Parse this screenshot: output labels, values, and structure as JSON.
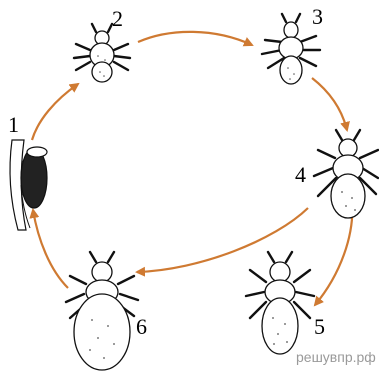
{
  "stages": [
    {
      "label": "1",
      "kind": "egg"
    },
    {
      "label": "2",
      "kind": "nymph-1"
    },
    {
      "label": "3",
      "kind": "nymph-2"
    },
    {
      "label": "4",
      "kind": "nymph-3"
    },
    {
      "label": "5",
      "kind": "adult-male"
    },
    {
      "label": "6",
      "kind": "adult-female"
    }
  ],
  "arrow_color": "#cf7a32",
  "watermark": "решувпр.рф"
}
